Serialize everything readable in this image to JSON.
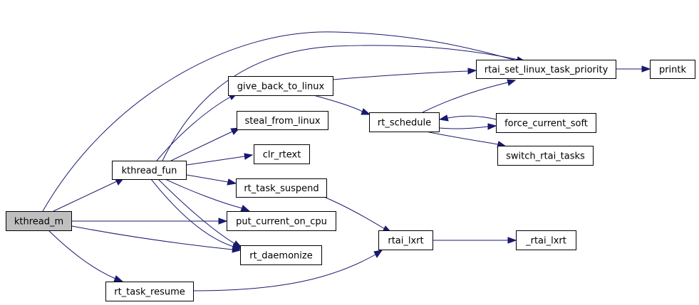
{
  "colors": {
    "edge": "#191970",
    "node_border": "#000000",
    "node_fill": "#ffffff",
    "root_fill": "#bfbfbf",
    "background": "#ffffff"
  },
  "nodes": {
    "kthread_m": "kthread_m",
    "kthread_fun": "kthread_fun",
    "rt_task_resume": "rt_task_resume",
    "give_back_to_linux": "give_back_to_linux",
    "steal_from_linux": "steal_from_linux",
    "clr_rtext": "clr_rtext",
    "rt_task_suspend": "rt_task_suspend",
    "put_current_on_cpu": "put_current_on_cpu",
    "rt_daemonize": "rt_daemonize",
    "rt_schedule": "rt_schedule",
    "rtai_lxrt": "rtai_lxrt",
    "rtai_set_linux_task_priority": "rtai_set_linux_task_priority",
    "force_current_soft": "force_current_soft",
    "switch_rtai_tasks": "switch_rtai_tasks",
    "_rtai_lxrt": "_rtai_lxrt",
    "printk": "printk"
  }
}
